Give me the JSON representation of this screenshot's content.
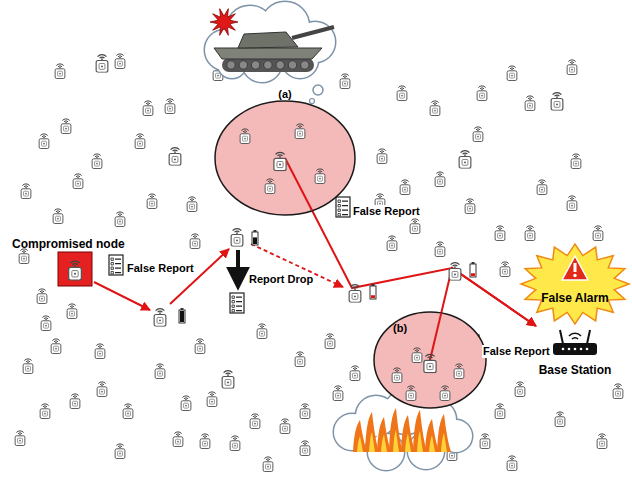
{
  "diagram": {
    "nodes": [
      {
        "text": [
          "(a)"
        ]
      },
      {
        "text": [
          "Compromised node"
        ]
      },
      {
        "text": [
          "(b)"
        ]
      },
      {
        "text": [
          "False Alarm"
        ]
      },
      {
        "text": [
          "Base Station"
        ]
      }
    ],
    "edges": [
      {
        "from": 0,
        "to": 4,
        "arrow": "to"
      },
      {
        "from": 2,
        "to": 4,
        "arrow": "to"
      }
    ],
    "labels": [
      "False Report",
      "Report Drop",
      "False Report",
      "False Report"
    ]
  }
}
